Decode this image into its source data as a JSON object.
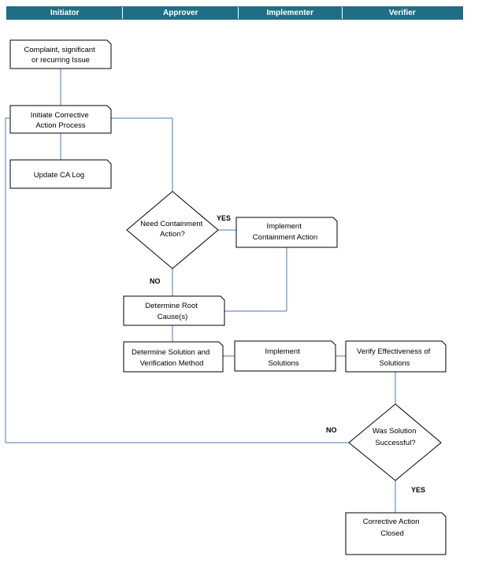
{
  "lanes": [
    "Initiator",
    "Approver",
    "Implementer",
    "Verifier"
  ],
  "nodes": {
    "complaint": [
      "Complaint, significant",
      "or recurring Issue"
    ],
    "initiate": [
      "Initiate Corrective",
      "Action Process"
    ],
    "update_log": [
      "Update CA Log"
    ],
    "need_containment": [
      "Need Containment",
      "Action?"
    ],
    "implement_containment": [
      "Implement",
      "Containment Action"
    ],
    "root_cause": [
      "Determine Root",
      "Cause(s)"
    ],
    "solution_method": [
      "Determine Solution and",
      "Verification Method"
    ],
    "implement_solutions": [
      "Implement",
      "Solutions"
    ],
    "verify": [
      "Verify Effectiveness of",
      "Solutions"
    ],
    "was_successful": [
      "Was Solution",
      "Successful?"
    ],
    "closed": [
      "Corrective Action",
      "Closed"
    ]
  },
  "labels": {
    "containment_yes": "YES",
    "containment_no": "NO",
    "success_no": "NO",
    "success_yes": "YES"
  },
  "colors": {
    "header_bg": "#1f6e86",
    "connector": "#4a7ab5",
    "shape_border": "#000000"
  }
}
